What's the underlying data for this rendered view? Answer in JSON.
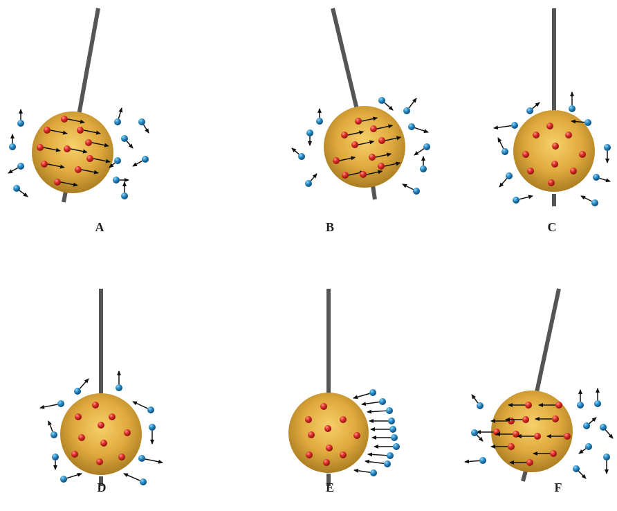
{
  "colors": {
    "background": "#ffffff",
    "string": "#555555",
    "bob_light": "#f3c75a",
    "bob_dark": "#a77a20",
    "bob_core": "#e0aa3e",
    "inner_particle": "#e0302a",
    "inner_particle_dark": "#8f1010",
    "outer_particle": "#2a8fc8",
    "outer_particle_dark": "#0b4a7a",
    "arrow": "#111111"
  },
  "icons": {
    "bob": "pendulum-bob-icon",
    "inner_particle": "red-particle-icon",
    "outer_particle": "blue-particle-icon",
    "arrow": "motion-arrow-icon"
  },
  "panels": [
    {
      "label": "A",
      "string_direction": "tilted-right",
      "inner_motion": "right",
      "outer_motion": "random"
    },
    {
      "label": "B",
      "string_direction": "tilted-left",
      "inner_motion": "right",
      "outer_motion": "random"
    },
    {
      "label": "C",
      "string_direction": "vertical",
      "inner_motion": "none",
      "outer_motion": "random"
    },
    {
      "label": "D",
      "string_direction": "vertical",
      "inner_motion": "none",
      "outer_motion": "random"
    },
    {
      "label": "E",
      "string_direction": "vertical",
      "inner_motion": "none",
      "outer_motion": "left"
    },
    {
      "label": "F",
      "string_direction": "tilted-right",
      "inner_motion": "left",
      "outer_motion": "random"
    }
  ]
}
